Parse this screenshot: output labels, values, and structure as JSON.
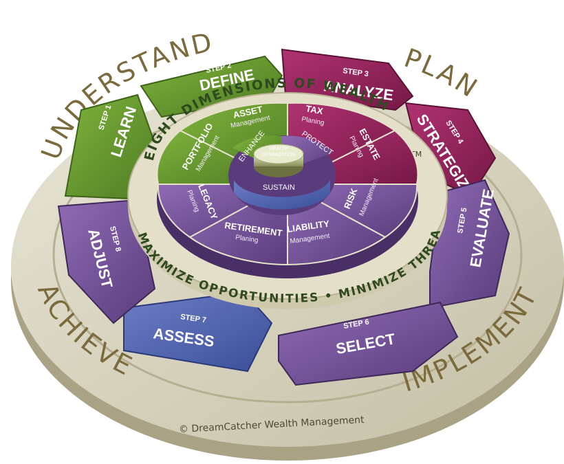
{
  "phases": {
    "understand": "UNDERSTAND",
    "plan": "PLAN",
    "implement": "IMPLEMENT",
    "achieve": "ACHIEVE"
  },
  "steps": [
    {
      "number": "STEP 1",
      "label": "LEARN"
    },
    {
      "number": "STEP 2",
      "label": "DEFINE"
    },
    {
      "number": "STEP 3",
      "label": "ANALYZE"
    },
    {
      "number": "STEP 4",
      "label": "STRATEGIZE"
    },
    {
      "number": "STEP 5",
      "label": "EVALUATE"
    },
    {
      "number": "STEP 6",
      "label": "SELECT"
    },
    {
      "number": "STEP 7",
      "label": "ASSESS"
    },
    {
      "number": "STEP 8",
      "label": "ADJUST"
    }
  ],
  "ring": {
    "top": "EIGHT DIMENSIONS OF WEALTH",
    "tm": "TM",
    "bottom": "MAXIMIZE OPPORTUNITIES • MINIMIZE THREATS"
  },
  "dimensions": [
    {
      "title": "ASSET",
      "sub": "Management"
    },
    {
      "title": "TAX",
      "sub": "Planing"
    },
    {
      "title": "ESTATE",
      "sub": "Planing"
    },
    {
      "title": "RISK",
      "sub": "Management"
    },
    {
      "title": "LIABILITY",
      "sub": "Management"
    },
    {
      "title": "RETIREMENT",
      "sub": "Planing"
    },
    {
      "title": "LEGACY",
      "sub": "Planing"
    },
    {
      "title": "PORTFOLIO",
      "sub": "Management"
    }
  ],
  "hub": {
    "enhance": "ENHANCE",
    "protect": "PROTECT",
    "sustain": "SUSTAIN"
  },
  "core": {
    "line1": "WEALTH",
    "line2": "OPTIMIZATION"
  },
  "copyright": "© DreamCatcher Wealth Management",
  "colors": {
    "green": "#5e8f2c",
    "magenta": "#8e1f55",
    "purple": "#6e4c92",
    "blue": "#3f63a8",
    "ring": "#d8d4bf",
    "phaseText": "#7a6a3c"
  }
}
